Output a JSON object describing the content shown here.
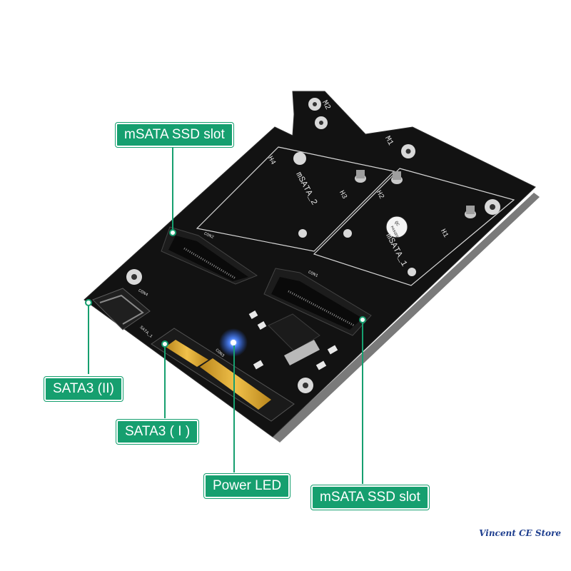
{
  "callouts": {
    "msata_top": "mSATA SSD slot",
    "sata3_ii": "SATA3 (II)",
    "sata3_i": "SATA3 ( I )",
    "power_led": "Power LED",
    "msata_bottom": "mSATA SSD slot"
  },
  "board_print": {
    "m1": "M1",
    "m2": "M2",
    "h1": "H1",
    "h2": "H2",
    "h3": "H3",
    "h4": "H4",
    "msata_1": "mSATA_1",
    "msata_2": "mSATA_2",
    "con1": "CON1",
    "con2": "CON2",
    "con3": "CON3",
    "con4": "CON4",
    "sata_1": "SATA_1",
    "qc_top": "QC",
    "qc_bottom": "PASSED"
  },
  "watermark": "Vincent CE Store",
  "colors": {
    "callout_fill": "#169f6f",
    "callout_line": "#169f6f",
    "pcb": "#121212",
    "gold": "#d9a52f",
    "led": "#2f6cff"
  }
}
